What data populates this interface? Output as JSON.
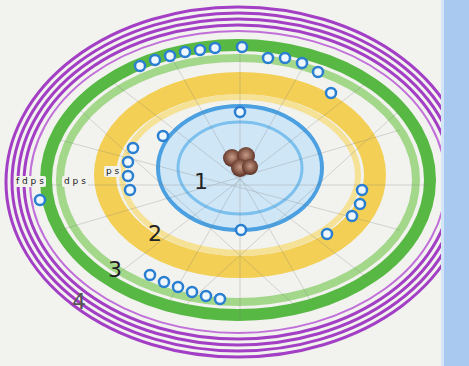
{
  "diagram": {
    "labels": [
      "f d p s",
      "d p s",
      "p s",
      "1",
      "2",
      "3",
      "4"
    ]
  }
}
